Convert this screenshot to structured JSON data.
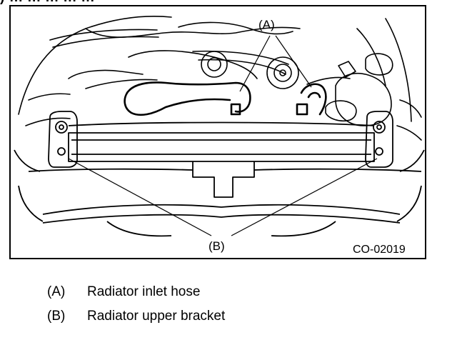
{
  "header": {
    "partial_text": ") ... ... ... ... ..."
  },
  "diagram": {
    "callout_a": "(A)",
    "callout_b": "(B)",
    "figure_code": "CO-02019"
  },
  "legend": [
    {
      "code": "(A)",
      "label": "Radiator inlet hose"
    },
    {
      "code": "(B)",
      "label": "Radiator upper bracket"
    }
  ]
}
